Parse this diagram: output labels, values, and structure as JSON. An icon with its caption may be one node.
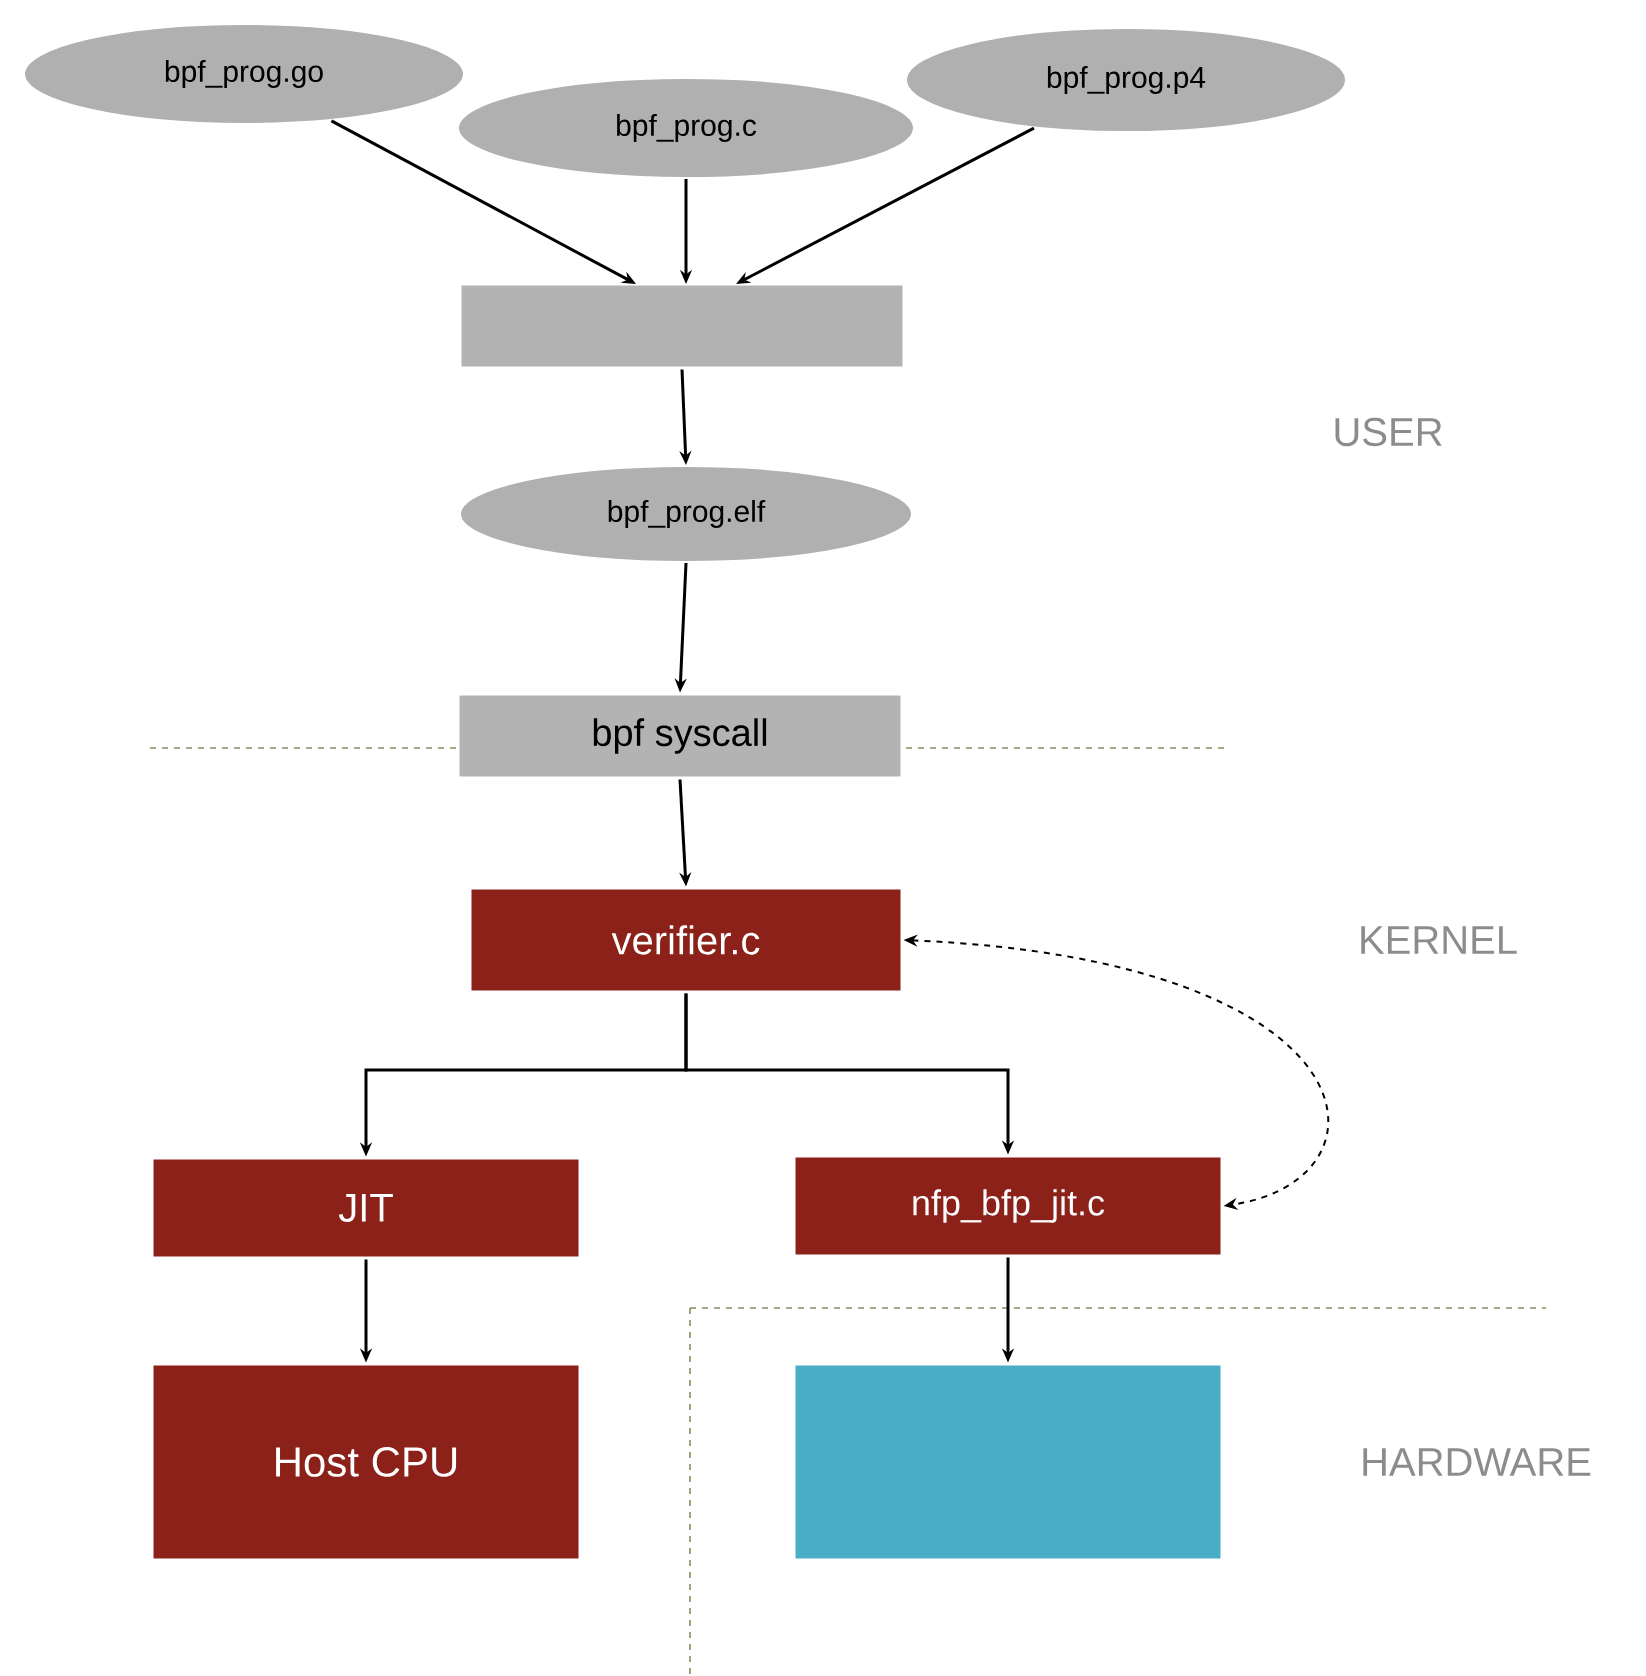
{
  "diagram": {
    "nodes": [
      {
        "text": [
          "bpf_prog.go"
        ]
      },
      {
        "text": [
          "bpf_prog.c"
        ]
      },
      {
        "text": [
          "bpf_prog.p4"
        ]
      },
      {
        "text": [],
        "shape": "box"
      },
      {
        "text": [
          "bpf_prog.elf"
        ]
      },
      {
        "text": [
          "bpf syscall"
        ]
      },
      {
        "text": [
          "verifier.c"
        ]
      },
      {
        "text": [
          "JIT"
        ]
      },
      {
        "text": [
          "nfp_bfp_jit.c"
        ]
      },
      {
        "text": [
          "Host CPU"
        ]
      },
      {
        "text": [],
        "shape": "box"
      }
    ],
    "edges": [
      {
        "from": 0,
        "to": 3,
        "arrow": "to"
      },
      {
        "from": 1,
        "to": 3,
        "arrow": "to"
      },
      {
        "from": 2,
        "to": 3,
        "arrow": "to"
      },
      {
        "from": 3,
        "to": 4,
        "arrow": "to"
      },
      {
        "from": 4,
        "to": 5,
        "arrow": "to"
      },
      {
        "from": 5,
        "to": 6,
        "arrow": "to"
      },
      {
        "from": 6,
        "to": 7,
        "arrow": "to"
      },
      {
        "from": 6,
        "to": 8,
        "arrow": "to"
      },
      {
        "from": 7,
        "to": 9,
        "arrow": "to"
      },
      {
        "from": 8,
        "to": 10,
        "arrow": "to"
      },
      {
        "from": 6,
        "to": 8,
        "arrow": "both",
        "style": "dashed"
      }
    ],
    "labels": [
      "USER",
      "KERNEL",
      "HARDWARE"
    ]
  }
}
